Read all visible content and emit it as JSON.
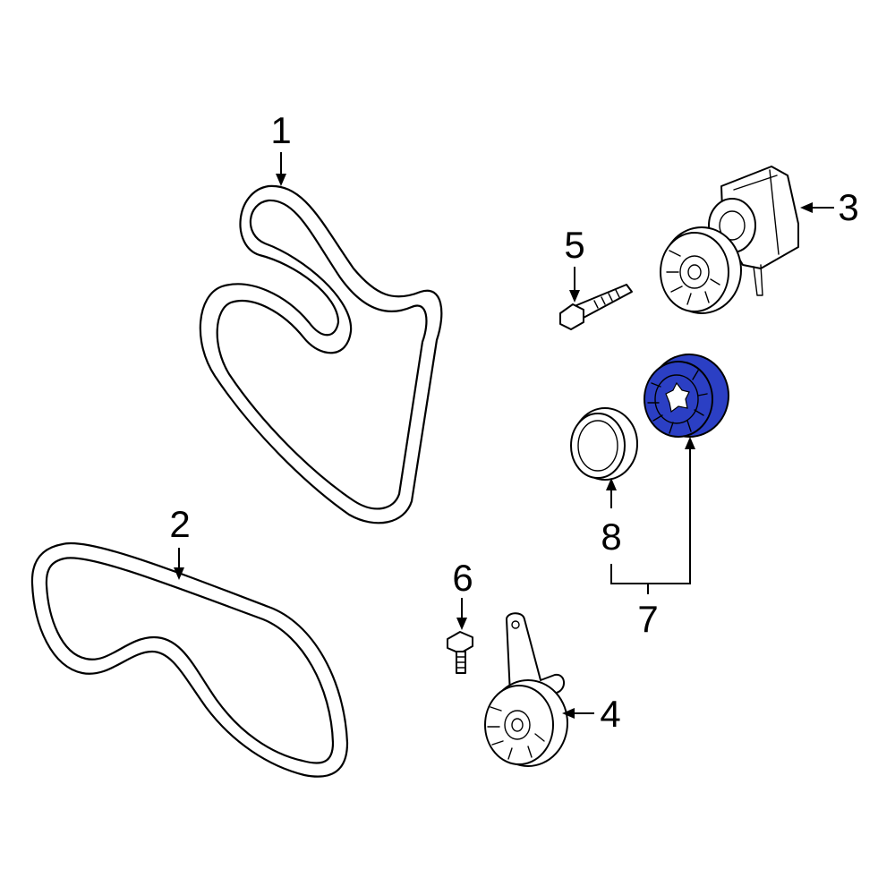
{
  "diagram": {
    "highlight_color": "#2b3fc4",
    "line_color": "#000000",
    "background": "#ffffff",
    "callouts": {
      "c1": "1",
      "c2": "2",
      "c3": "3",
      "c4": "4",
      "c5": "5",
      "c6": "6",
      "c7": "7",
      "c8": "8"
    },
    "parts": [
      {
        "callout": "1",
        "icon": "serpentine-belt-icon"
      },
      {
        "callout": "2",
        "icon": "drive-belt-icon"
      },
      {
        "callout": "3",
        "icon": "belt-tensioner-icon"
      },
      {
        "callout": "4",
        "icon": "idler-pulley-assembly-icon"
      },
      {
        "callout": "5",
        "icon": "long-bolt-icon"
      },
      {
        "callout": "6",
        "icon": "short-bolt-icon"
      },
      {
        "callout": "7",
        "icon": "idler-pulley-icon",
        "highlighted": true
      },
      {
        "callout": "8",
        "icon": "dust-cap-icon"
      }
    ]
  }
}
